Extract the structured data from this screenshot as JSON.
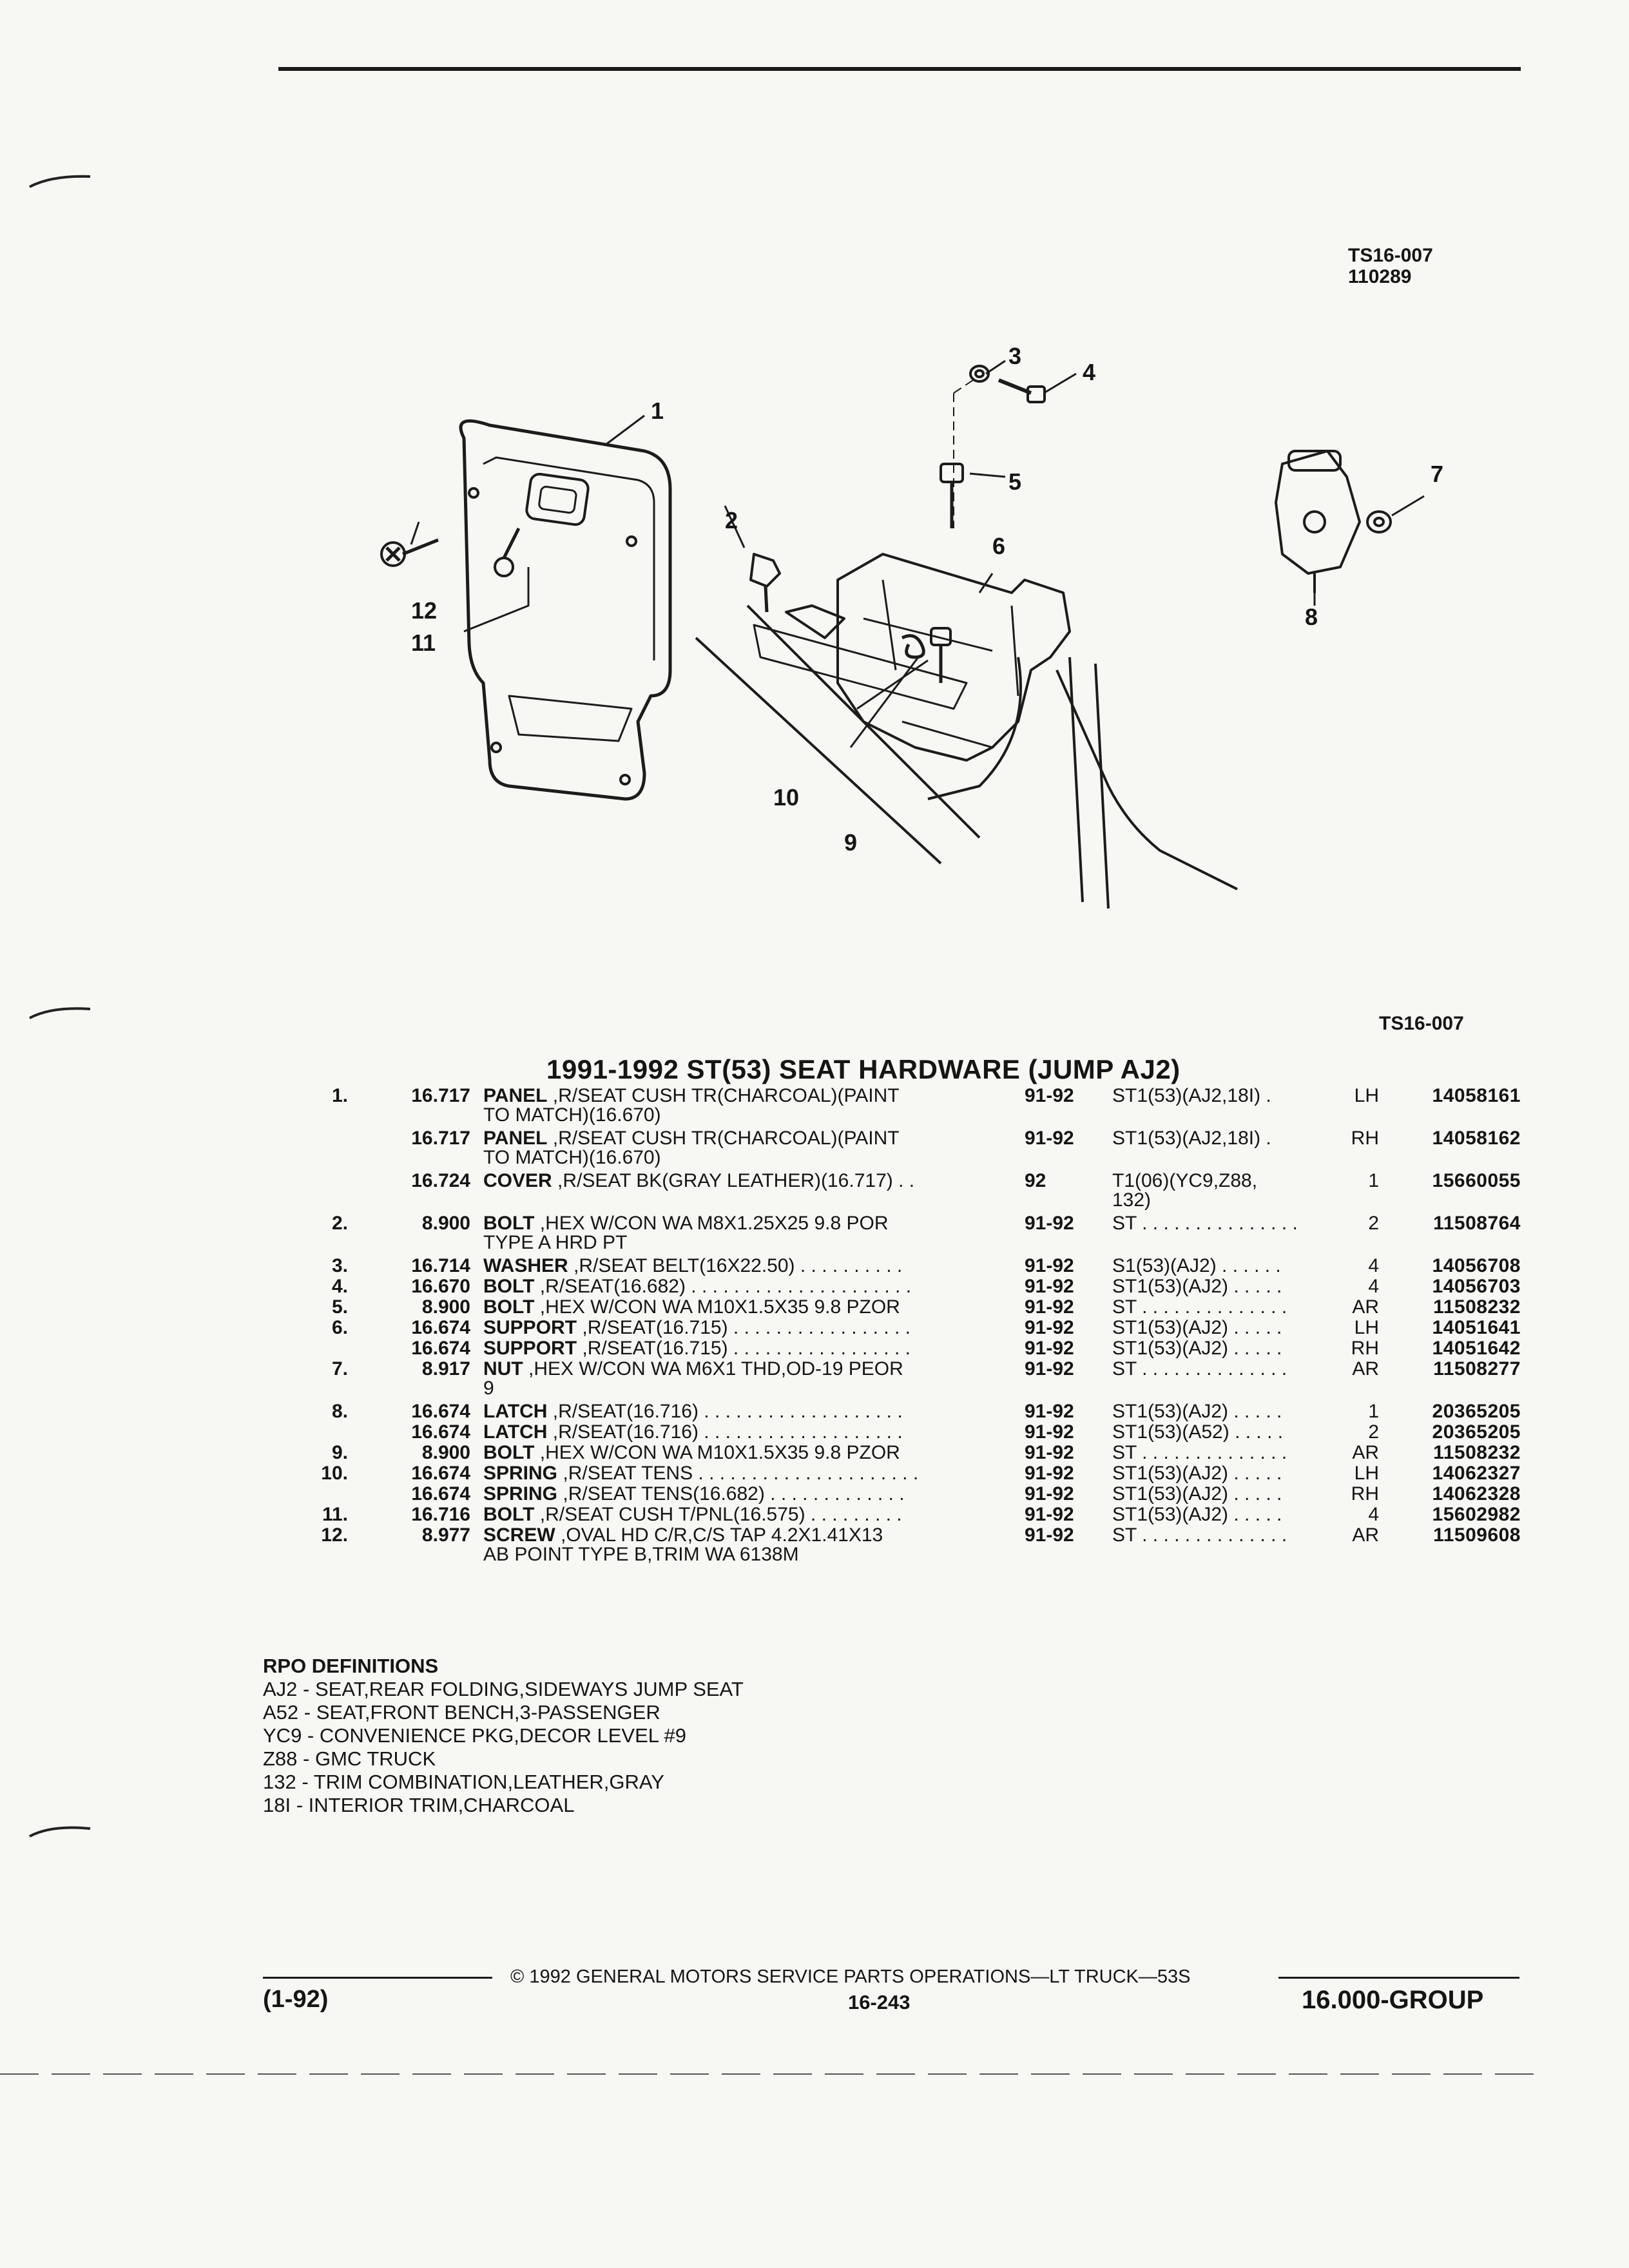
{
  "header": {
    "ref_code": "TS16-007",
    "ref_date": "110289"
  },
  "diagram": {
    "callouts": [
      "1",
      "2",
      "3",
      "4",
      "5",
      "6",
      "7",
      "8",
      "9",
      "10",
      "11",
      "12"
    ]
  },
  "section": {
    "ref": "TS16-007",
    "title": "1991-1992 ST(53) SEAT HARDWARE (JUMP AJ2)"
  },
  "parts": [
    {
      "num": "1.",
      "code": "16.717",
      "name": "PANEL",
      "desc": " ,R/SEAT CUSH TR(CHARCOAL)(PAINT",
      "desc2": "TO MATCH)(16.670)",
      "years": "91-92",
      "app": "ST1(53)(AJ2,18I)  .",
      "app2": "",
      "qty": "LH",
      "pn": "14058161"
    },
    {
      "num": "",
      "code": "16.717",
      "name": "PANEL",
      "desc": " ,R/SEAT CUSH TR(CHARCOAL)(PAINT",
      "desc2": "TO MATCH)(16.670)",
      "years": "91-92",
      "app": "ST1(53)(AJ2,18I)  .",
      "app2": "",
      "qty": "RH",
      "pn": "14058162"
    },
    {
      "num": "",
      "code": "16.724",
      "name": "COVER",
      "desc": " ,R/SEAT BK(GRAY LEATHER)(16.717) . .",
      "desc2": "",
      "years": "92",
      "app": "T1(06)(YC9,Z88,",
      "app2": "132)",
      "qty": "1",
      "pn": "15660055"
    },
    {
      "num": "2.",
      "code": "8.900",
      "name": "BOLT",
      "desc": " ,HEX W/CON WA M8X1.25X25 9.8 POR",
      "desc2": "TYPE A HRD PT",
      "years": "91-92",
      "app": "ST  . . . . . . . . . . . . . . .",
      "app2": "",
      "qty": "2",
      "pn": "11508764"
    },
    {
      "num": "3.",
      "code": "16.714",
      "name": "WASHER",
      "desc": " ,R/SEAT BELT(16X22.50)  . . . . . . . . . .",
      "desc2": "",
      "years": "91-92",
      "app": "S1(53)(AJ2)  . . . . . .",
      "app2": "",
      "qty": "4",
      "pn": "14056708"
    },
    {
      "num": "4.",
      "code": "16.670",
      "name": "BOLT",
      "desc": " ,R/SEAT(16.682)  . . . . . . . . . . . . . . . . . . . . .",
      "desc2": "",
      "years": "91-92",
      "app": "ST1(53)(AJ2) . . . . .",
      "app2": "",
      "qty": "4",
      "pn": "14056703"
    },
    {
      "num": "5.",
      "code": "8.900",
      "name": "BOLT",
      "desc": " ,HEX W/CON WA M10X1.5X35 9.8 PZOR",
      "desc2": "",
      "years": "91-92",
      "app": "ST  . . . . . . . . . . . . . .",
      "app2": "",
      "qty": "AR",
      "pn": "11508232"
    },
    {
      "num": "6.",
      "code": "16.674",
      "name": "SUPPORT",
      "desc": " ,R/SEAT(16.715)  . . . . . . . . . . . . . . . . .",
      "desc2": "",
      "years": "91-92",
      "app": "ST1(53)(AJ2)  . . . . .",
      "app2": "",
      "qty": "LH",
      "pn": "14051641"
    },
    {
      "num": "",
      "code": "16.674",
      "name": "SUPPORT",
      "desc": " ,R/SEAT(16.715)  . . . . . . . . . . . . . . . . .",
      "desc2": "",
      "years": "91-92",
      "app": "ST1(53)(AJ2)  . . . . .",
      "app2": "",
      "qty": "RH",
      "pn": "14051642"
    },
    {
      "num": "7.",
      "code": "8.917",
      "name": "NUT",
      "desc": " ,HEX W/CON WA M6X1 THD,OD-19 PEOR",
      "desc2": "9",
      "years": "91-92",
      "app": "ST  . . . . . . . . . . . . . .",
      "app2": "",
      "qty": "AR",
      "pn": "11508277"
    },
    {
      "num": "8.",
      "code": "16.674",
      "name": "LATCH",
      "desc": " ,R/SEAT(16.716)  . . . . . . . . . . . . . . . . . . .",
      "desc2": "",
      "years": "91-92",
      "app": "ST1(53)(AJ2)  . . . . .",
      "app2": "",
      "qty": "1",
      "pn": "20365205"
    },
    {
      "num": "",
      "code": "16.674",
      "name": "LATCH",
      "desc": " ,R/SEAT(16.716)  . . . . . . . . . . . . . . . . . . .",
      "desc2": "",
      "years": "91-92",
      "app": "ST1(53)(A52)  . . . . .",
      "app2": "",
      "qty": "2",
      "pn": "20365205"
    },
    {
      "num": "9.",
      "code": "8.900",
      "name": "BOLT",
      "desc": " ,HEX W/CON WA M10X1.5X35 9.8 PZOR",
      "desc2": "",
      "years": "91-92",
      "app": "ST  . . . . . . . . . . . . . .",
      "app2": "",
      "qty": "AR",
      "pn": "11508232"
    },
    {
      "num": "10.",
      "code": "16.674",
      "name": "SPRING",
      "desc": " ,R/SEAT TENS  . . . . . . . . . . . . . . . . . . . . .",
      "desc2": "",
      "years": "91-92",
      "app": "ST1(53)(AJ2)  . . . . .",
      "app2": "",
      "qty": "LH",
      "pn": "14062327"
    },
    {
      "num": "",
      "code": "16.674",
      "name": "SPRING",
      "desc": " ,R/SEAT TENS(16.682)  . . . . . . . . . . . . .",
      "desc2": "",
      "years": "91-92",
      "app": "ST1(53)(AJ2)  . . . . .",
      "app2": "",
      "qty": "RH",
      "pn": "14062328"
    },
    {
      "num": "11.",
      "code": "16.716",
      "name": "BOLT",
      "desc": " ,R/SEAT CUSH T/PNL(16.575)  . . . . . . . . .",
      "desc2": "",
      "years": "91-92",
      "app": "ST1(53)(AJ2)  . . . . .",
      "app2": "",
      "qty": "4",
      "pn": "15602982"
    },
    {
      "num": "12.",
      "code": "8.977",
      "name": "SCREW",
      "desc": " ,OVAL HD C/R,C/S TAP 4.2X1.41X13",
      "desc2": "AB POINT TYPE B,TRIM WA 6138M",
      "years": "91-92",
      "app": "ST  . . . . . . . . . . . . . .",
      "app2": "",
      "qty": "AR",
      "pn": "11509608"
    }
  ],
  "rpo": {
    "heading": "RPO DEFINITIONS",
    "items": [
      "AJ2 - SEAT,REAR FOLDING,SIDEWAYS JUMP SEAT",
      "A52 - SEAT,FRONT BENCH,3-PASSENGER",
      "YC9 - CONVENIENCE PKG,DECOR LEVEL #9",
      "Z88 - GMC TRUCK",
      "132 - TRIM COMBINATION,LEATHER,GRAY",
      "18I - INTERIOR TRIM,CHARCOAL"
    ]
  },
  "footer": {
    "date": "(1-92)",
    "copyright": "© 1992 GENERAL MOTORS SERVICE PARTS OPERATIONS—LT TRUCK—53S",
    "page": "16-243",
    "group": "16.000-GROUP"
  }
}
